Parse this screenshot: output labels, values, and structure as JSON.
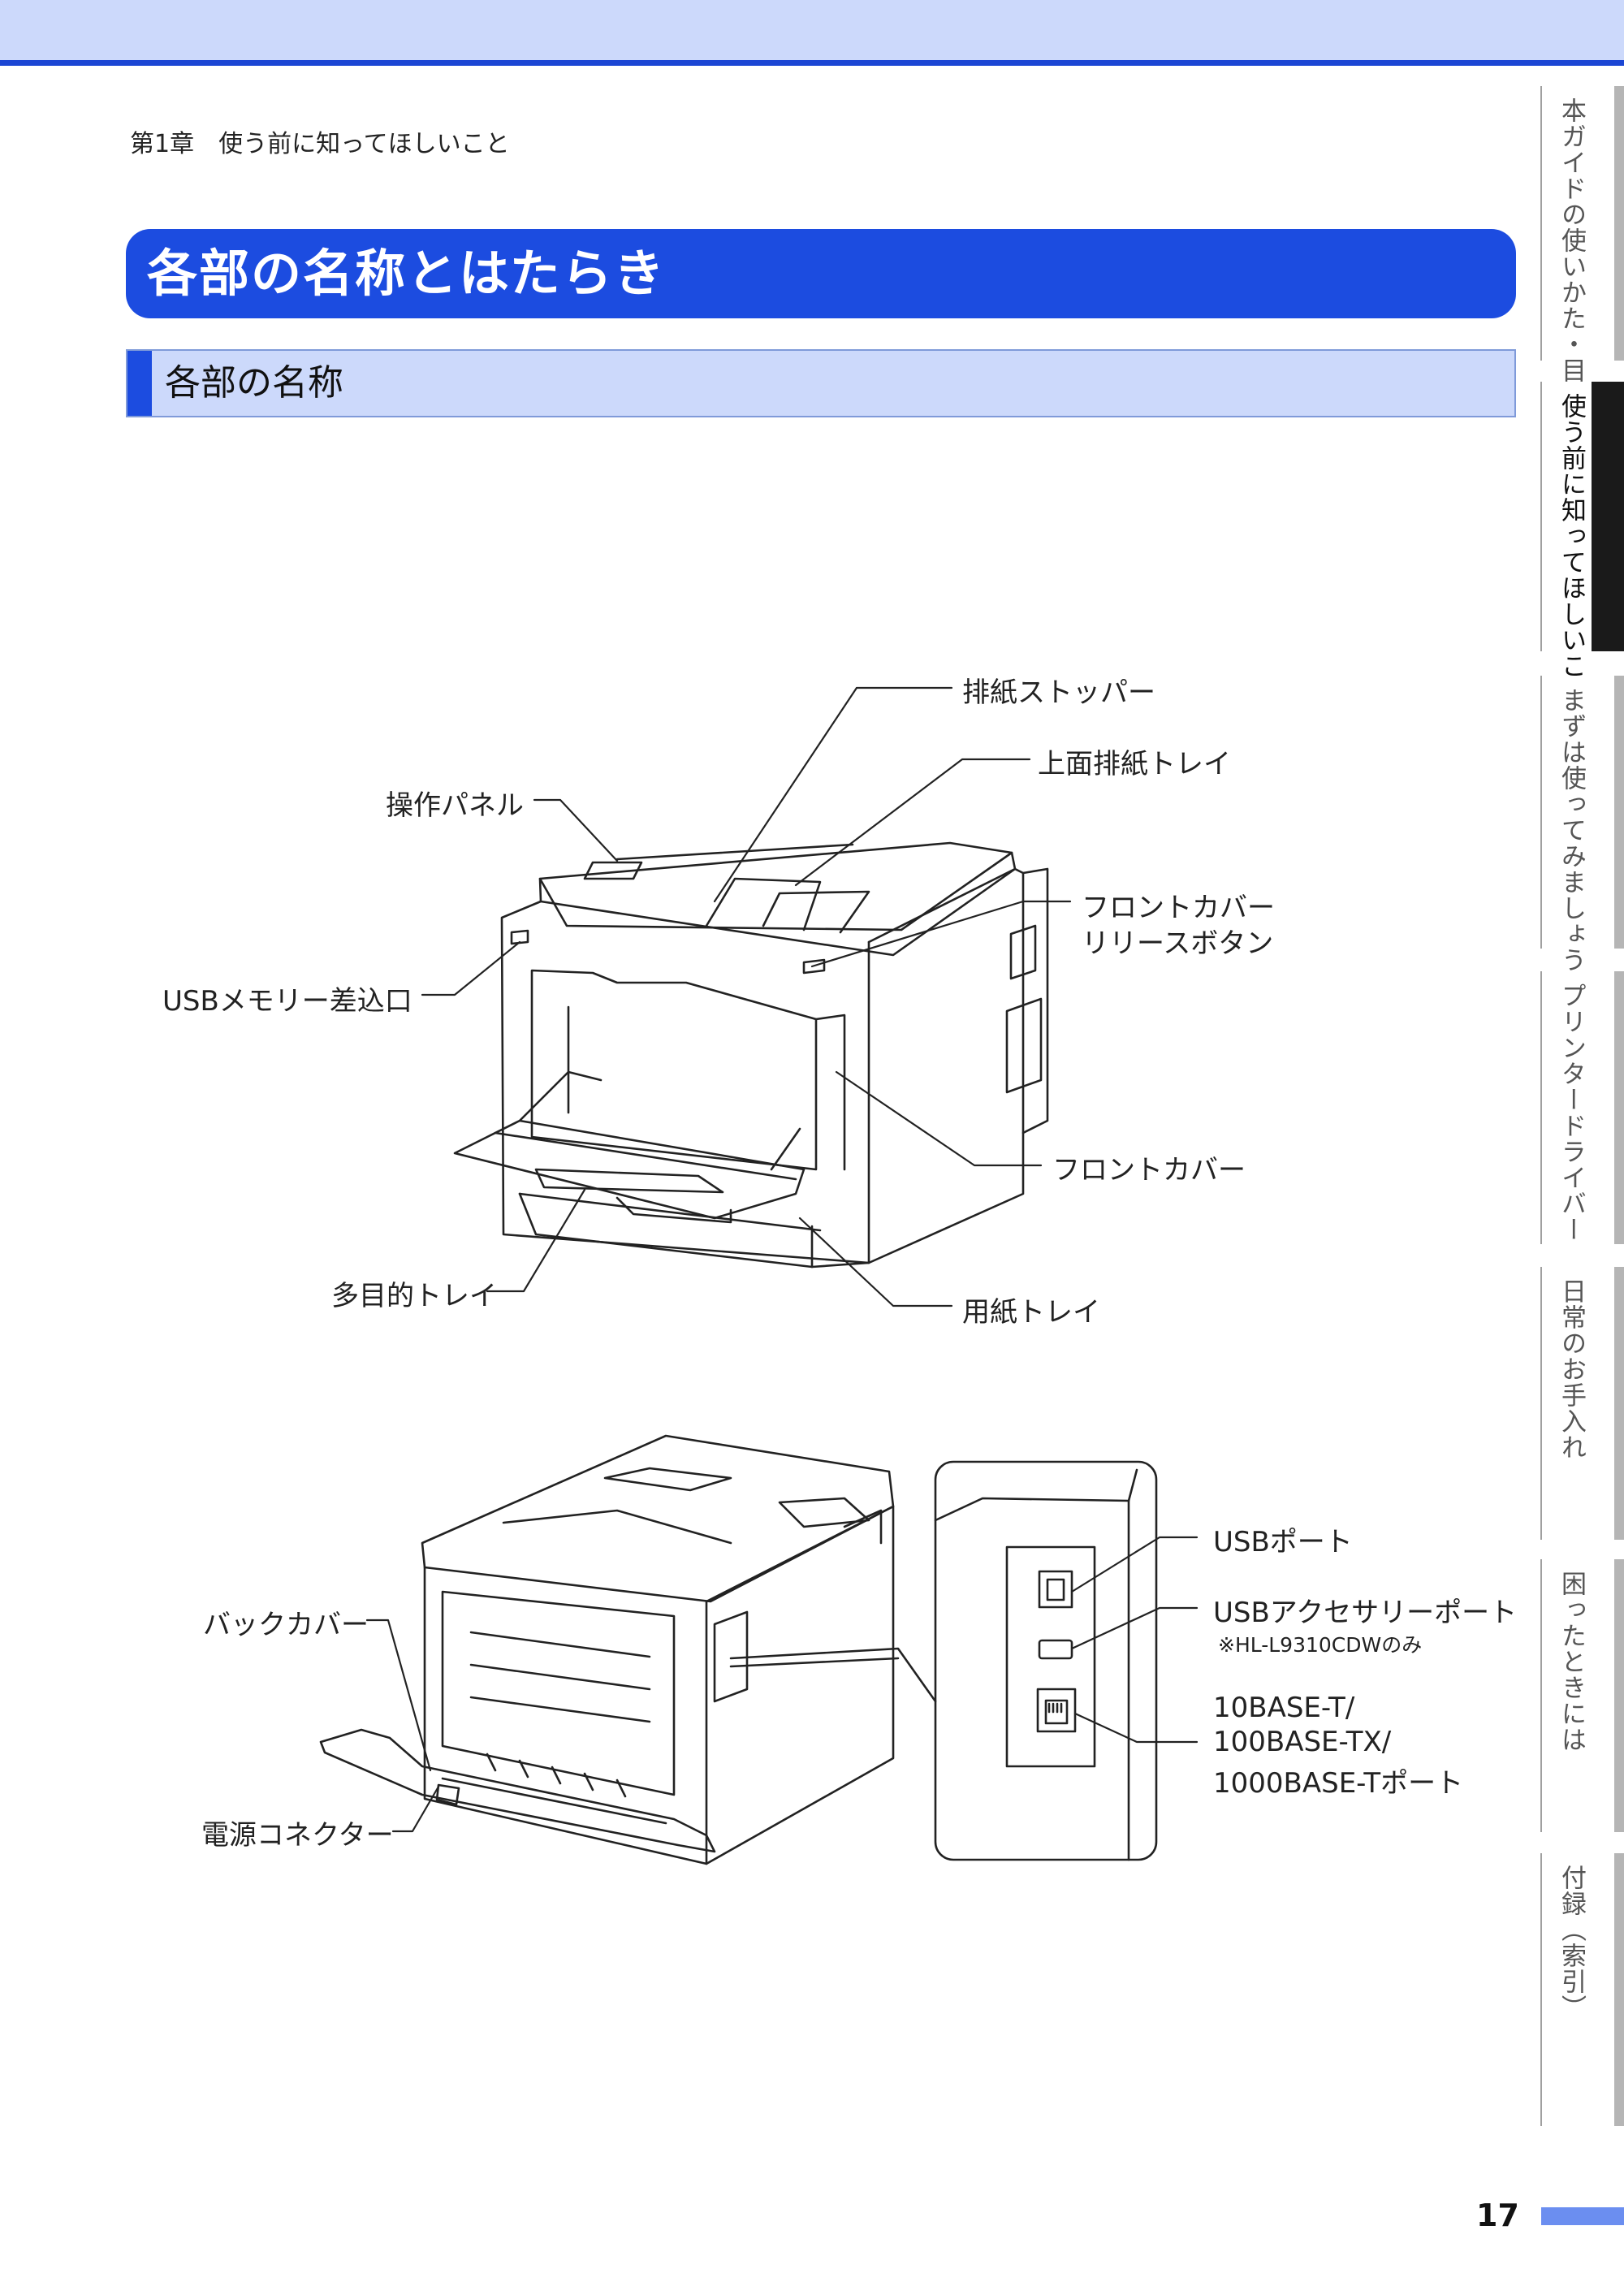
{
  "header": {
    "breadcrumb": "第1章　使う前に知ってほしいこと"
  },
  "main": {
    "title": "各部の名称とはたらき",
    "subtitle": "各部の名称"
  },
  "side_tabs": [
    {
      "label": "本ガイドの使いかた・目次",
      "active": false
    },
    {
      "label": "使う前に知ってほしいこと",
      "active": true
    },
    {
      "label": "まずは使ってみましょう",
      "active": false
    },
    {
      "label": "プリンタードライバー",
      "active": false
    },
    {
      "label": "日常のお手入れ",
      "active": false
    },
    {
      "label": "困ったときには",
      "active": false
    },
    {
      "label": "付録（索引）",
      "active": false
    }
  ],
  "front_labels": {
    "output_stopper": "排紙ストッパー",
    "top_output_tray": "上面排紙トレイ",
    "control_panel": "操作パネル",
    "front_cover_release_1": "フロントカバー",
    "front_cover_release_2": "リリースボタン",
    "usb_memory_slot": "USBメモリー差込口",
    "front_cover": "フロントカバー",
    "mp_tray": "多目的トレイ",
    "paper_tray": "用紙トレイ"
  },
  "rear_labels": {
    "back_cover": "バックカバー",
    "power_connector": "電源コネクター",
    "usb_port": "USBポート",
    "usb_accessory_port": "USBアクセサリーポート",
    "usb_accessory_note": "※HL-L9310CDWのみ",
    "lan_port_1": "10BASE-T/",
    "lan_port_2": "100BASE-TX/",
    "lan_port_3": "1000BASE-Tポート"
  },
  "footer": {
    "page_number": "17"
  },
  "colors": {
    "accent": "#1c4ce0",
    "band": "#ccd9fb",
    "page_bar": "#6b8ef0"
  }
}
